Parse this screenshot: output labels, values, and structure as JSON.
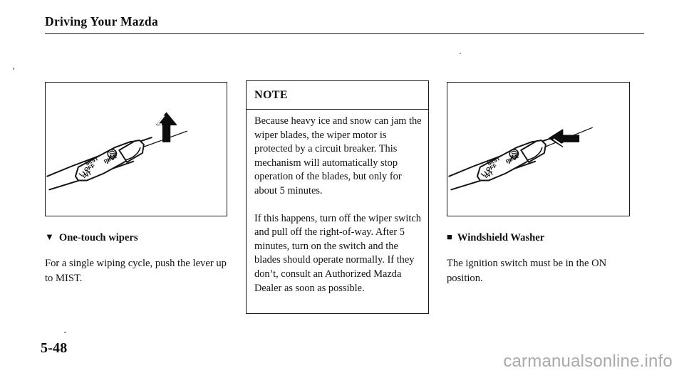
{
  "page": {
    "header_title": "Driving Your Mazda",
    "page_number": "5-48",
    "watermark": "carmanualsonline.info"
  },
  "figures": {
    "mist": {
      "caption_alt": "Wiper stalk lever pushed up to MIST",
      "lever_labels": [
        "MIST",
        "OFF",
        "INT"
      ],
      "switch_label": "PULL",
      "arrow_direction": "up"
    },
    "washer": {
      "caption_alt": "Wiper stalk lever pulled toward driver for washer",
      "lever_labels": [
        "MIST",
        "OFF",
        "INT"
      ],
      "switch_label": "PULL",
      "arrow_direction": "left"
    }
  },
  "note": {
    "title": "NOTE",
    "paragraph_1": "Because heavy ice and snow can jam the wiper blades, the wiper motor is protected by a circuit breaker. This mechanism will automatically stop operation of the blades, but only for about 5 minutes.",
    "paragraph_2": "If this happens, turn off the wiper switch and pull off the right-of-way. After 5 minutes, turn on the switch and the blades should operate normally. If they don’t, consult an Authorized Mazda Dealer as soon as possible."
  },
  "sections": {
    "one_touch": {
      "bullet": "▼",
      "heading": "One-touch wipers",
      "body": "For a single wiping cycle, push the lever up to MIST."
    },
    "windshield_washer": {
      "bullet": "■",
      "heading": "Windshield Washer",
      "body": "The ignition switch must be in the ON position."
    }
  },
  "colors": {
    "ink": "#111111",
    "rule": "#1b1b1b",
    "watermark": "#a9a9a9"
  }
}
